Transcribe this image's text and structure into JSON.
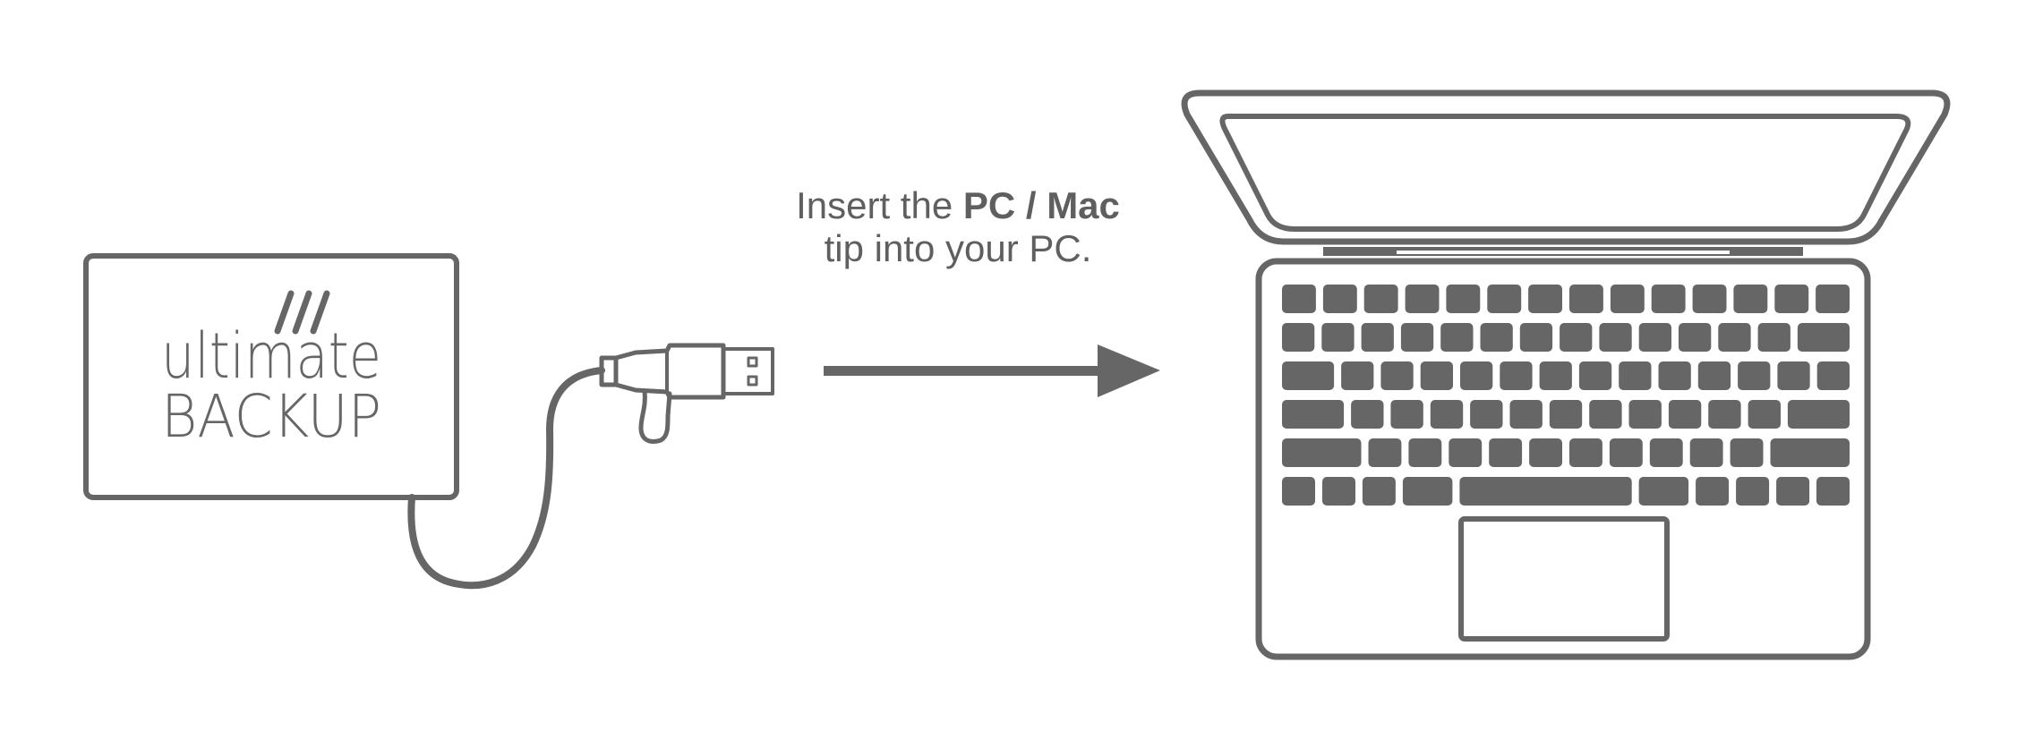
{
  "instruction": {
    "line1_prefix": "Insert the ",
    "line1_bold": "PC / Mac",
    "line2": "tip into your PC."
  },
  "device": {
    "logo_word1": "ultimate",
    "logo_word2": "BACKUP"
  },
  "colors": {
    "stroke": "#666666",
    "text": "#5f5f5f",
    "background": "#ffffff"
  },
  "icons": [
    "hard-drive-icon",
    "usb-cable-icon",
    "arrow-right-icon",
    "laptop-icon"
  ]
}
